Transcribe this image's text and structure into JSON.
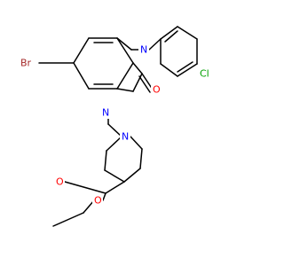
{
  "molecule": {
    "labels": {
      "Br": "Br",
      "N_imine": "N",
      "Cl": "Cl",
      "O_keto": "O",
      "N_ring": "N",
      "N_pip": "N",
      "O_carbonyl": "O",
      "O_ester": "O"
    },
    "colors": {
      "bond": "#000000",
      "Br": "#a52a2a",
      "N": "#0000ff",
      "Cl": "#00a000",
      "O": "#ff0000"
    }
  }
}
